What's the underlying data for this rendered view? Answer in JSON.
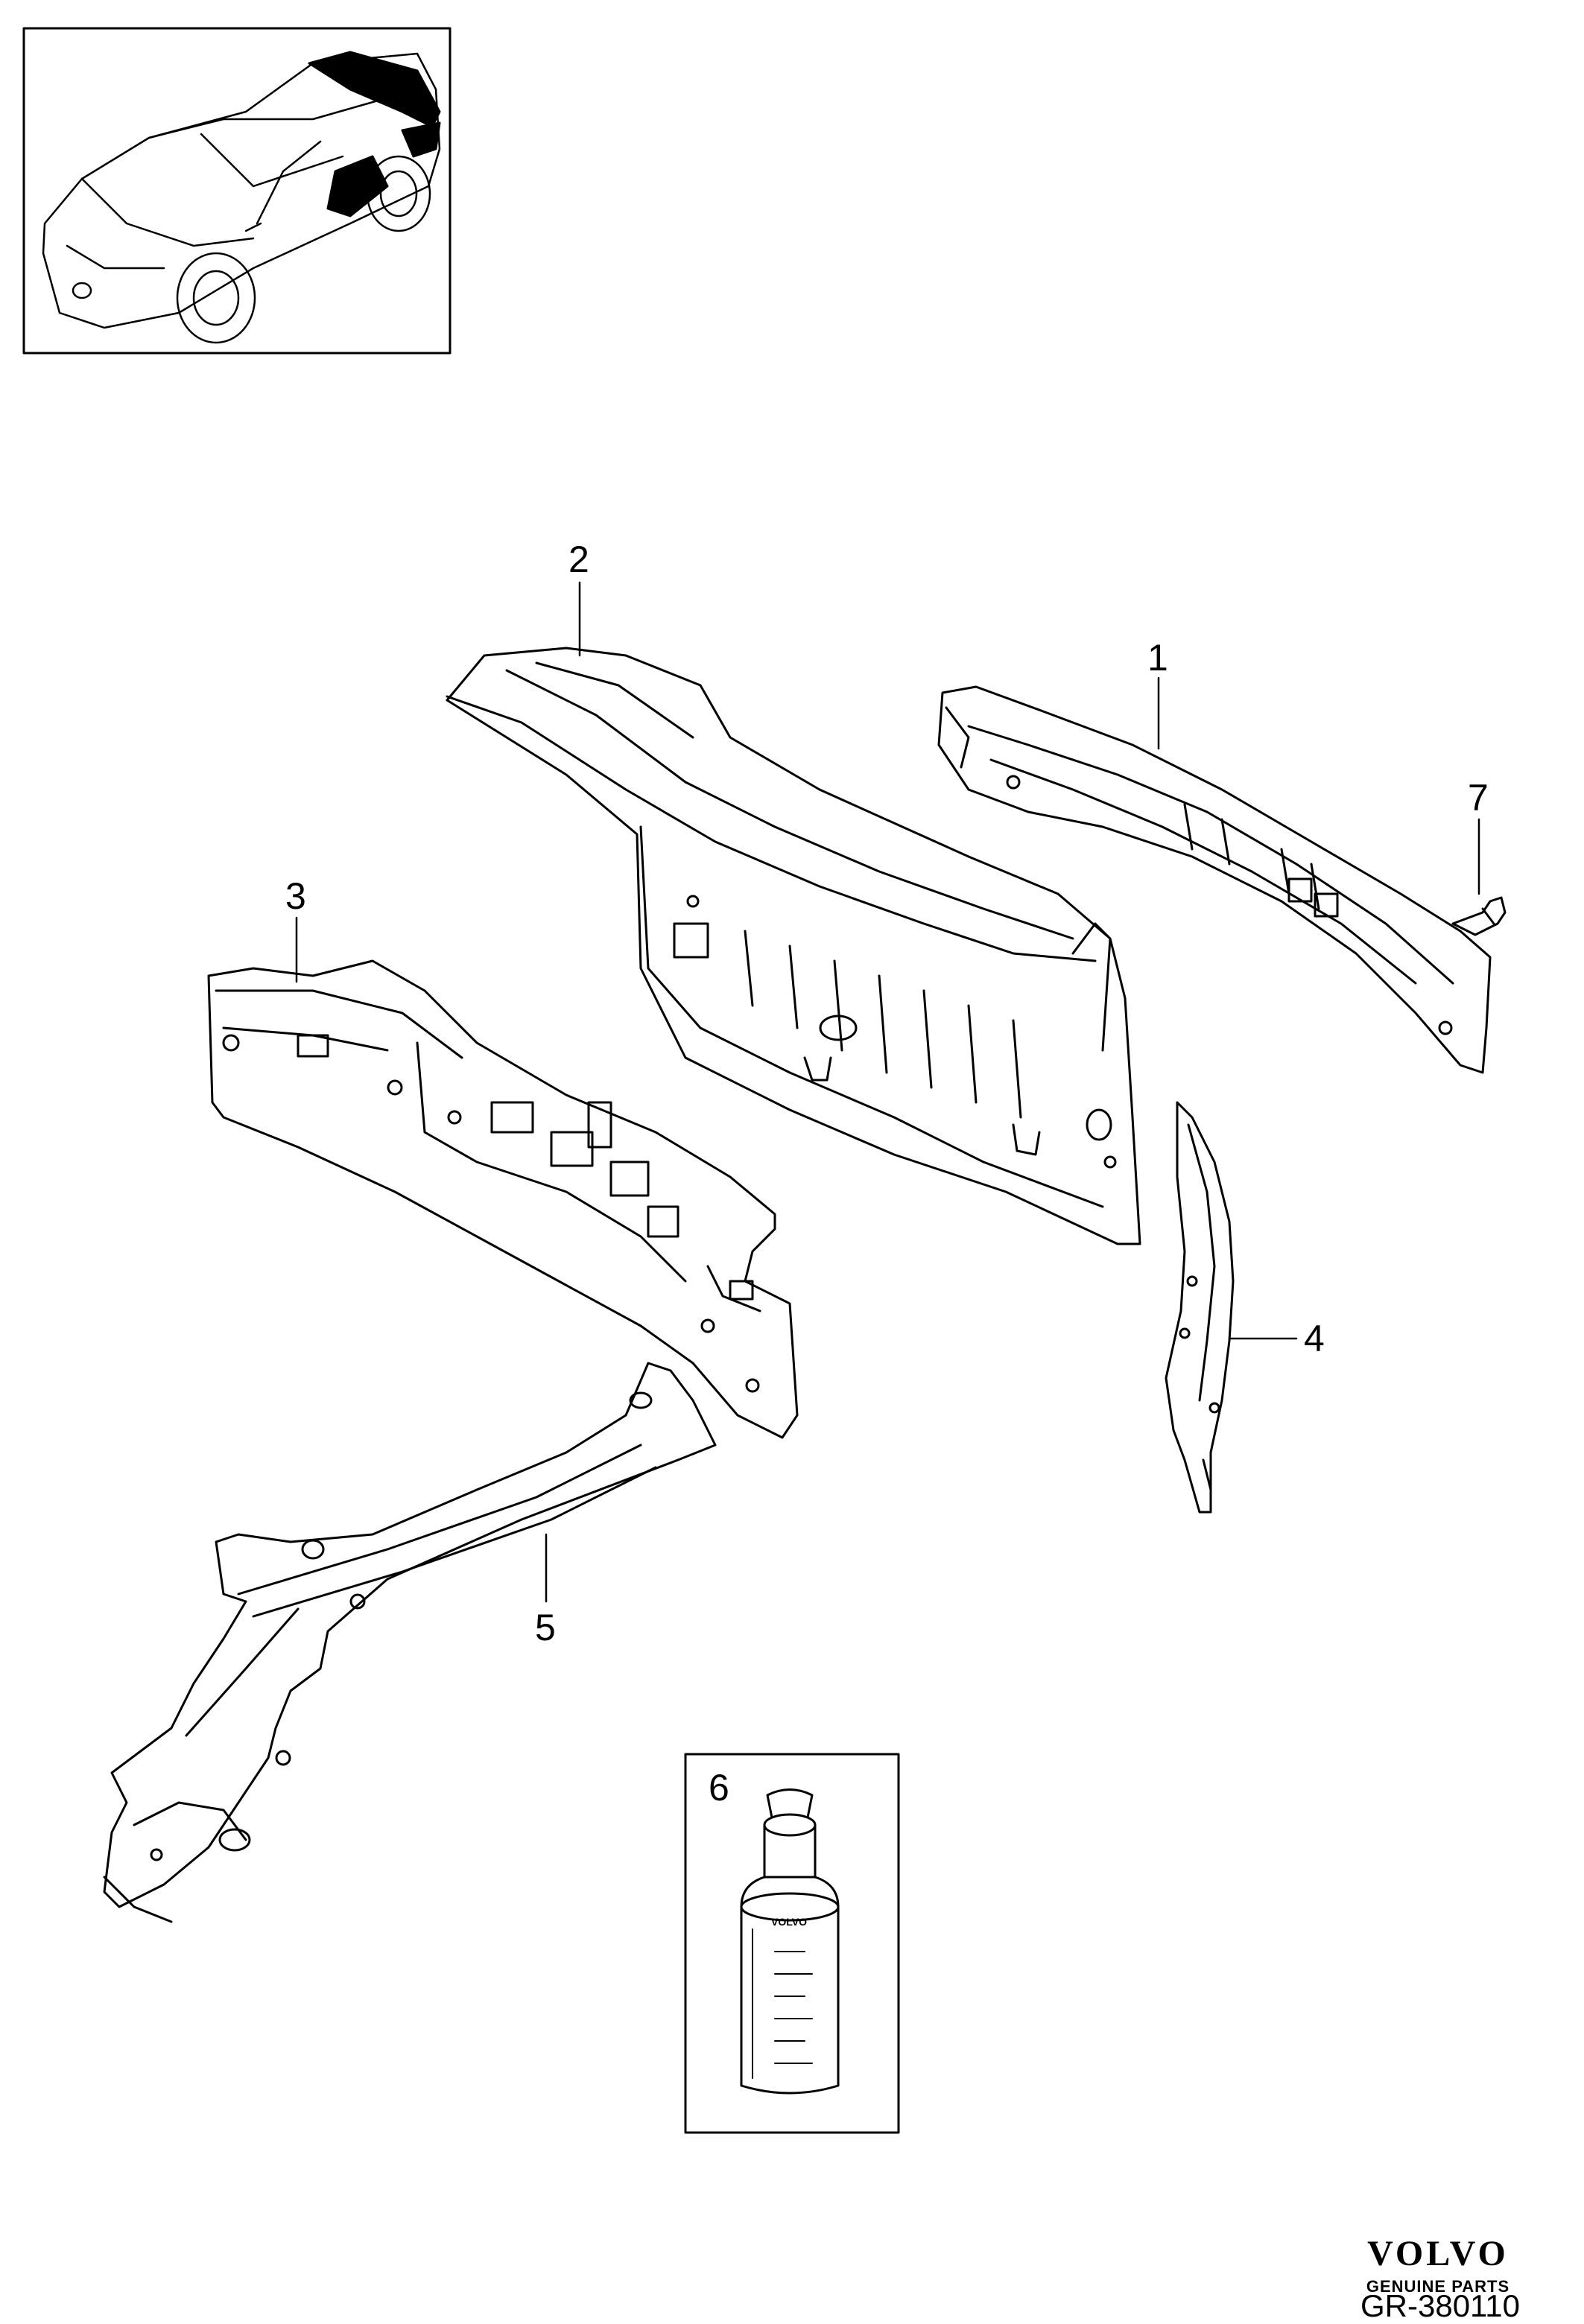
{
  "callouts": [
    "1",
    "2",
    "3",
    "4",
    "5",
    "6",
    "7"
  ],
  "brand": {
    "logo": "VOLVO",
    "subtitle": "GENUINE PARTS"
  },
  "document_number": "GR-380110",
  "bottle_label": "VOLVO",
  "colors": {
    "line": "#000000",
    "background": "#ffffff",
    "highlight": "#000000"
  }
}
